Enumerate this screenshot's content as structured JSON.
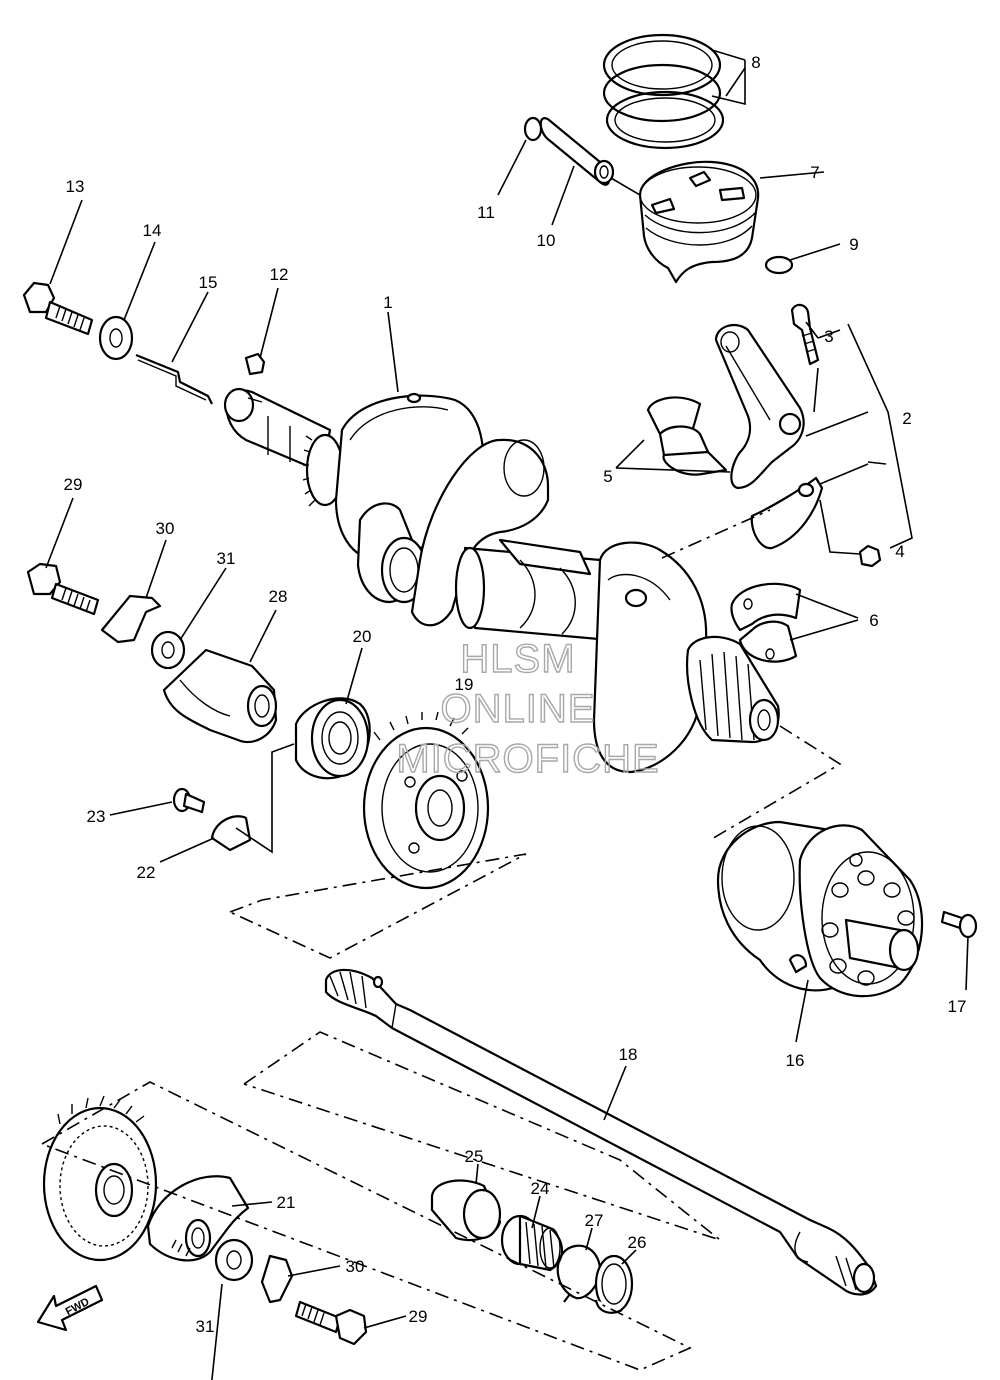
{
  "callouts": {
    "c1": "1",
    "c2": "2",
    "c3": "3",
    "c4": "4",
    "c5": "5",
    "c6": "6",
    "c7": "7",
    "c8": "8",
    "c9": "9",
    "c10": "10",
    "c11": "11",
    "c12": "12",
    "c13": "13",
    "c14": "14",
    "c15": "15",
    "c16": "16",
    "c17": "17",
    "c18": "18",
    "c19": "19",
    "c20": "20",
    "c21": "21",
    "c22": "22",
    "c23": "23",
    "c24": "24",
    "c25": "25",
    "c26": "26",
    "c27": "27",
    "c28": "28",
    "c29a": "29",
    "c29b": "29",
    "c30a": "30",
    "c30b": "30",
    "c31a": "31",
    "c31b": "31"
  },
  "watermark": {
    "line1": "HLSM",
    "line2": "ONLINE",
    "line3": "MICROFICHE"
  },
  "fwd_label": "FWD"
}
